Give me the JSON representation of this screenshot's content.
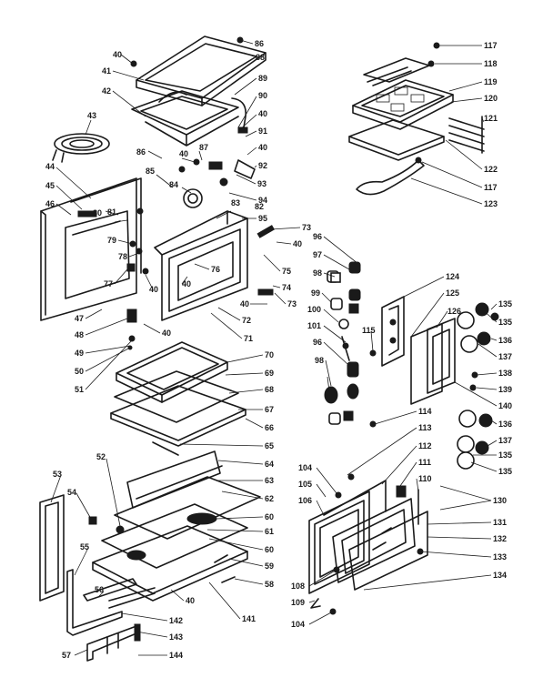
{
  "diagram": {
    "labels": [
      {
        "id": "l40a",
        "text": "40"
      },
      {
        "id": "l86a",
        "text": "86"
      },
      {
        "id": "l88",
        "text": "88"
      },
      {
        "id": "l41",
        "text": "41"
      },
      {
        "id": "l42",
        "text": "42"
      },
      {
        "id": "l89",
        "text": "89"
      },
      {
        "id": "l90",
        "text": "90"
      },
      {
        "id": "l43",
        "text": "43"
      },
      {
        "id": "l40b",
        "text": "40"
      },
      {
        "id": "l91",
        "text": "91"
      },
      {
        "id": "l86b",
        "text": "86"
      },
      {
        "id": "l40c",
        "text": "40"
      },
      {
        "id": "l87",
        "text": "87"
      },
      {
        "id": "l40d",
        "text": "40"
      },
      {
        "id": "l92",
        "text": "92"
      },
      {
        "id": "l44",
        "text": "44"
      },
      {
        "id": "l85",
        "text": "85"
      },
      {
        "id": "l93",
        "text": "93"
      },
      {
        "id": "l45",
        "text": "45"
      },
      {
        "id": "l84",
        "text": "84"
      },
      {
        "id": "l94",
        "text": "94"
      },
      {
        "id": "l46",
        "text": "46"
      },
      {
        "id": "l80",
        "text": "80"
      },
      {
        "id": "l83",
        "text": "83"
      },
      {
        "id": "l81",
        "text": "81"
      },
      {
        "id": "l82",
        "text": "82"
      },
      {
        "id": "l95",
        "text": "95"
      },
      {
        "id": "l73a",
        "text": "73"
      },
      {
        "id": "l79",
        "text": "79"
      },
      {
        "id": "l40e",
        "text": "40"
      },
      {
        "id": "l78",
        "text": "78"
      },
      {
        "id": "l76",
        "text": "76"
      },
      {
        "id": "l75",
        "text": "75"
      },
      {
        "id": "l77",
        "text": "77"
      },
      {
        "id": "l40f",
        "text": "40"
      },
      {
        "id": "l40g",
        "text": "40"
      },
      {
        "id": "l74",
        "text": "74"
      },
      {
        "id": "l40h",
        "text": "40"
      },
      {
        "id": "l73b",
        "text": "73"
      },
      {
        "id": "l47",
        "text": "47"
      },
      {
        "id": "l72",
        "text": "72"
      },
      {
        "id": "l48",
        "text": "48"
      },
      {
        "id": "l40i",
        "text": "40"
      },
      {
        "id": "l71",
        "text": "71"
      },
      {
        "id": "l49",
        "text": "49"
      },
      {
        "id": "l70",
        "text": "70"
      },
      {
        "id": "l50",
        "text": "50"
      },
      {
        "id": "l69",
        "text": "69"
      },
      {
        "id": "l51",
        "text": "51"
      },
      {
        "id": "l68",
        "text": "68"
      },
      {
        "id": "l67",
        "text": "67"
      },
      {
        "id": "l66",
        "text": "66"
      },
      {
        "id": "l65",
        "text": "65"
      },
      {
        "id": "l52",
        "text": "52"
      },
      {
        "id": "l64",
        "text": "64"
      },
      {
        "id": "l53",
        "text": "53"
      },
      {
        "id": "l63",
        "text": "63"
      },
      {
        "id": "l54",
        "text": "54"
      },
      {
        "id": "l62",
        "text": "62"
      },
      {
        "id": "l60a",
        "text": "60"
      },
      {
        "id": "l61",
        "text": "61"
      },
      {
        "id": "l55",
        "text": "55"
      },
      {
        "id": "l60b",
        "text": "60"
      },
      {
        "id": "l59",
        "text": "59"
      },
      {
        "id": "l56",
        "text": "56"
      },
      {
        "id": "l58",
        "text": "58"
      },
      {
        "id": "l40j",
        "text": "40"
      },
      {
        "id": "l142",
        "text": "142"
      },
      {
        "id": "l141",
        "text": "141"
      },
      {
        "id": "l143",
        "text": "143"
      },
      {
        "id": "l57",
        "text": "57"
      },
      {
        "id": "l144",
        "text": "144"
      },
      {
        "id": "l117a",
        "text": "117"
      },
      {
        "id": "l118",
        "text": "118"
      },
      {
        "id": "l119",
        "text": "119"
      },
      {
        "id": "l120",
        "text": "120"
      },
      {
        "id": "l121",
        "text": "121"
      },
      {
        "id": "l122",
        "text": "122"
      },
      {
        "id": "l117b",
        "text": "117"
      },
      {
        "id": "l123",
        "text": "123"
      },
      {
        "id": "l96a",
        "text": "96"
      },
      {
        "id": "l97",
        "text": "97"
      },
      {
        "id": "l98a",
        "text": "98"
      },
      {
        "id": "l99",
        "text": "99"
      },
      {
        "id": "l100",
        "text": "100"
      },
      {
        "id": "l101",
        "text": "101"
      },
      {
        "id": "l96b",
        "text": "96"
      },
      {
        "id": "l98b",
        "text": "98"
      },
      {
        "id": "l124",
        "text": "124"
      },
      {
        "id": "l125",
        "text": "125"
      },
      {
        "id": "l126",
        "text": "126"
      },
      {
        "id": "l115",
        "text": "115"
      },
      {
        "id": "l135a",
        "text": "135"
      },
      {
        "id": "l135b",
        "text": "135"
      },
      {
        "id": "l136a",
        "text": "136"
      },
      {
        "id": "l137a",
        "text": "137"
      },
      {
        "id": "l138",
        "text": "138"
      },
      {
        "id": "l139",
        "text": "139"
      },
      {
        "id": "l140",
        "text": "140"
      },
      {
        "id": "l114",
        "text": "114"
      },
      {
        "id": "l136b",
        "text": "136"
      },
      {
        "id": "l137b",
        "text": "137"
      },
      {
        "id": "l113",
        "text": "113"
      },
      {
        "id": "l135c",
        "text": "135"
      },
      {
        "id": "l112",
        "text": "112"
      },
      {
        "id": "l135d",
        "text": "135"
      },
      {
        "id": "l111",
        "text": "111"
      },
      {
        "id": "l104a",
        "text": "104"
      },
      {
        "id": "l110",
        "text": "110"
      },
      {
        "id": "l105",
        "text": "105"
      },
      {
        "id": "l130",
        "text": "130"
      },
      {
        "id": "l106",
        "text": "106"
      },
      {
        "id": "l131",
        "text": "131"
      },
      {
        "id": "l132",
        "text": "132"
      },
      {
        "id": "l133",
        "text": "133"
      },
      {
        "id": "l134",
        "text": "134"
      },
      {
        "id": "l108",
        "text": "108"
      },
      {
        "id": "l109",
        "text": "109"
      },
      {
        "id": "l104b",
        "text": "104"
      }
    ]
  }
}
